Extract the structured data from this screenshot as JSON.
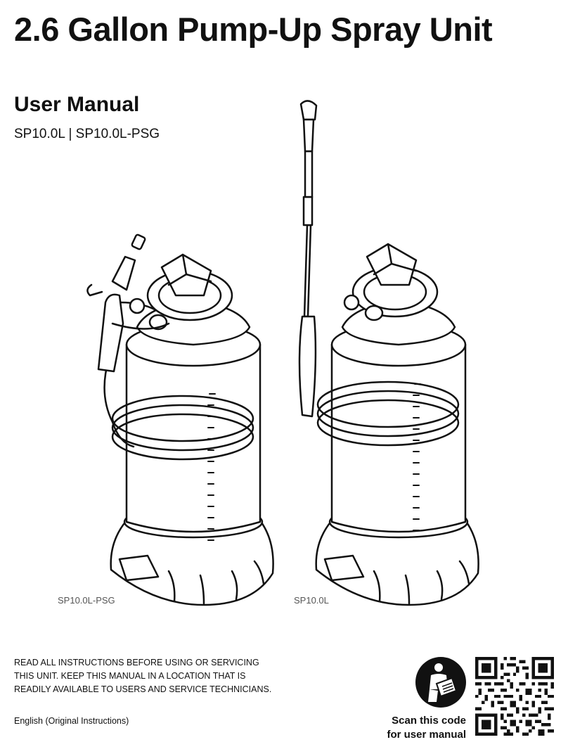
{
  "header": {
    "title": "2.6 Gallon Pump-Up Spray Unit",
    "subtitle": "User Manual",
    "models": "SP10.0L | SP10.0L-PSG"
  },
  "illustration": {
    "left_caption": "SP10.0L-PSG",
    "right_caption": "SP10.0L"
  },
  "footer": {
    "warning": "READ ALL INSTRUCTIONS BEFORE USING OR SERVICING THIS UNIT. KEEP THIS MANUAL IN A LOCATION THAT IS READILY AVAILABLE TO USERS AND SERVICE TECHNICIANS.",
    "language": "English (Original Instructions)",
    "scan_line1": "Scan this code",
    "scan_line2": "for user manual",
    "read_icon": "read-manual-icon",
    "qr_icon": "qr-code"
  }
}
